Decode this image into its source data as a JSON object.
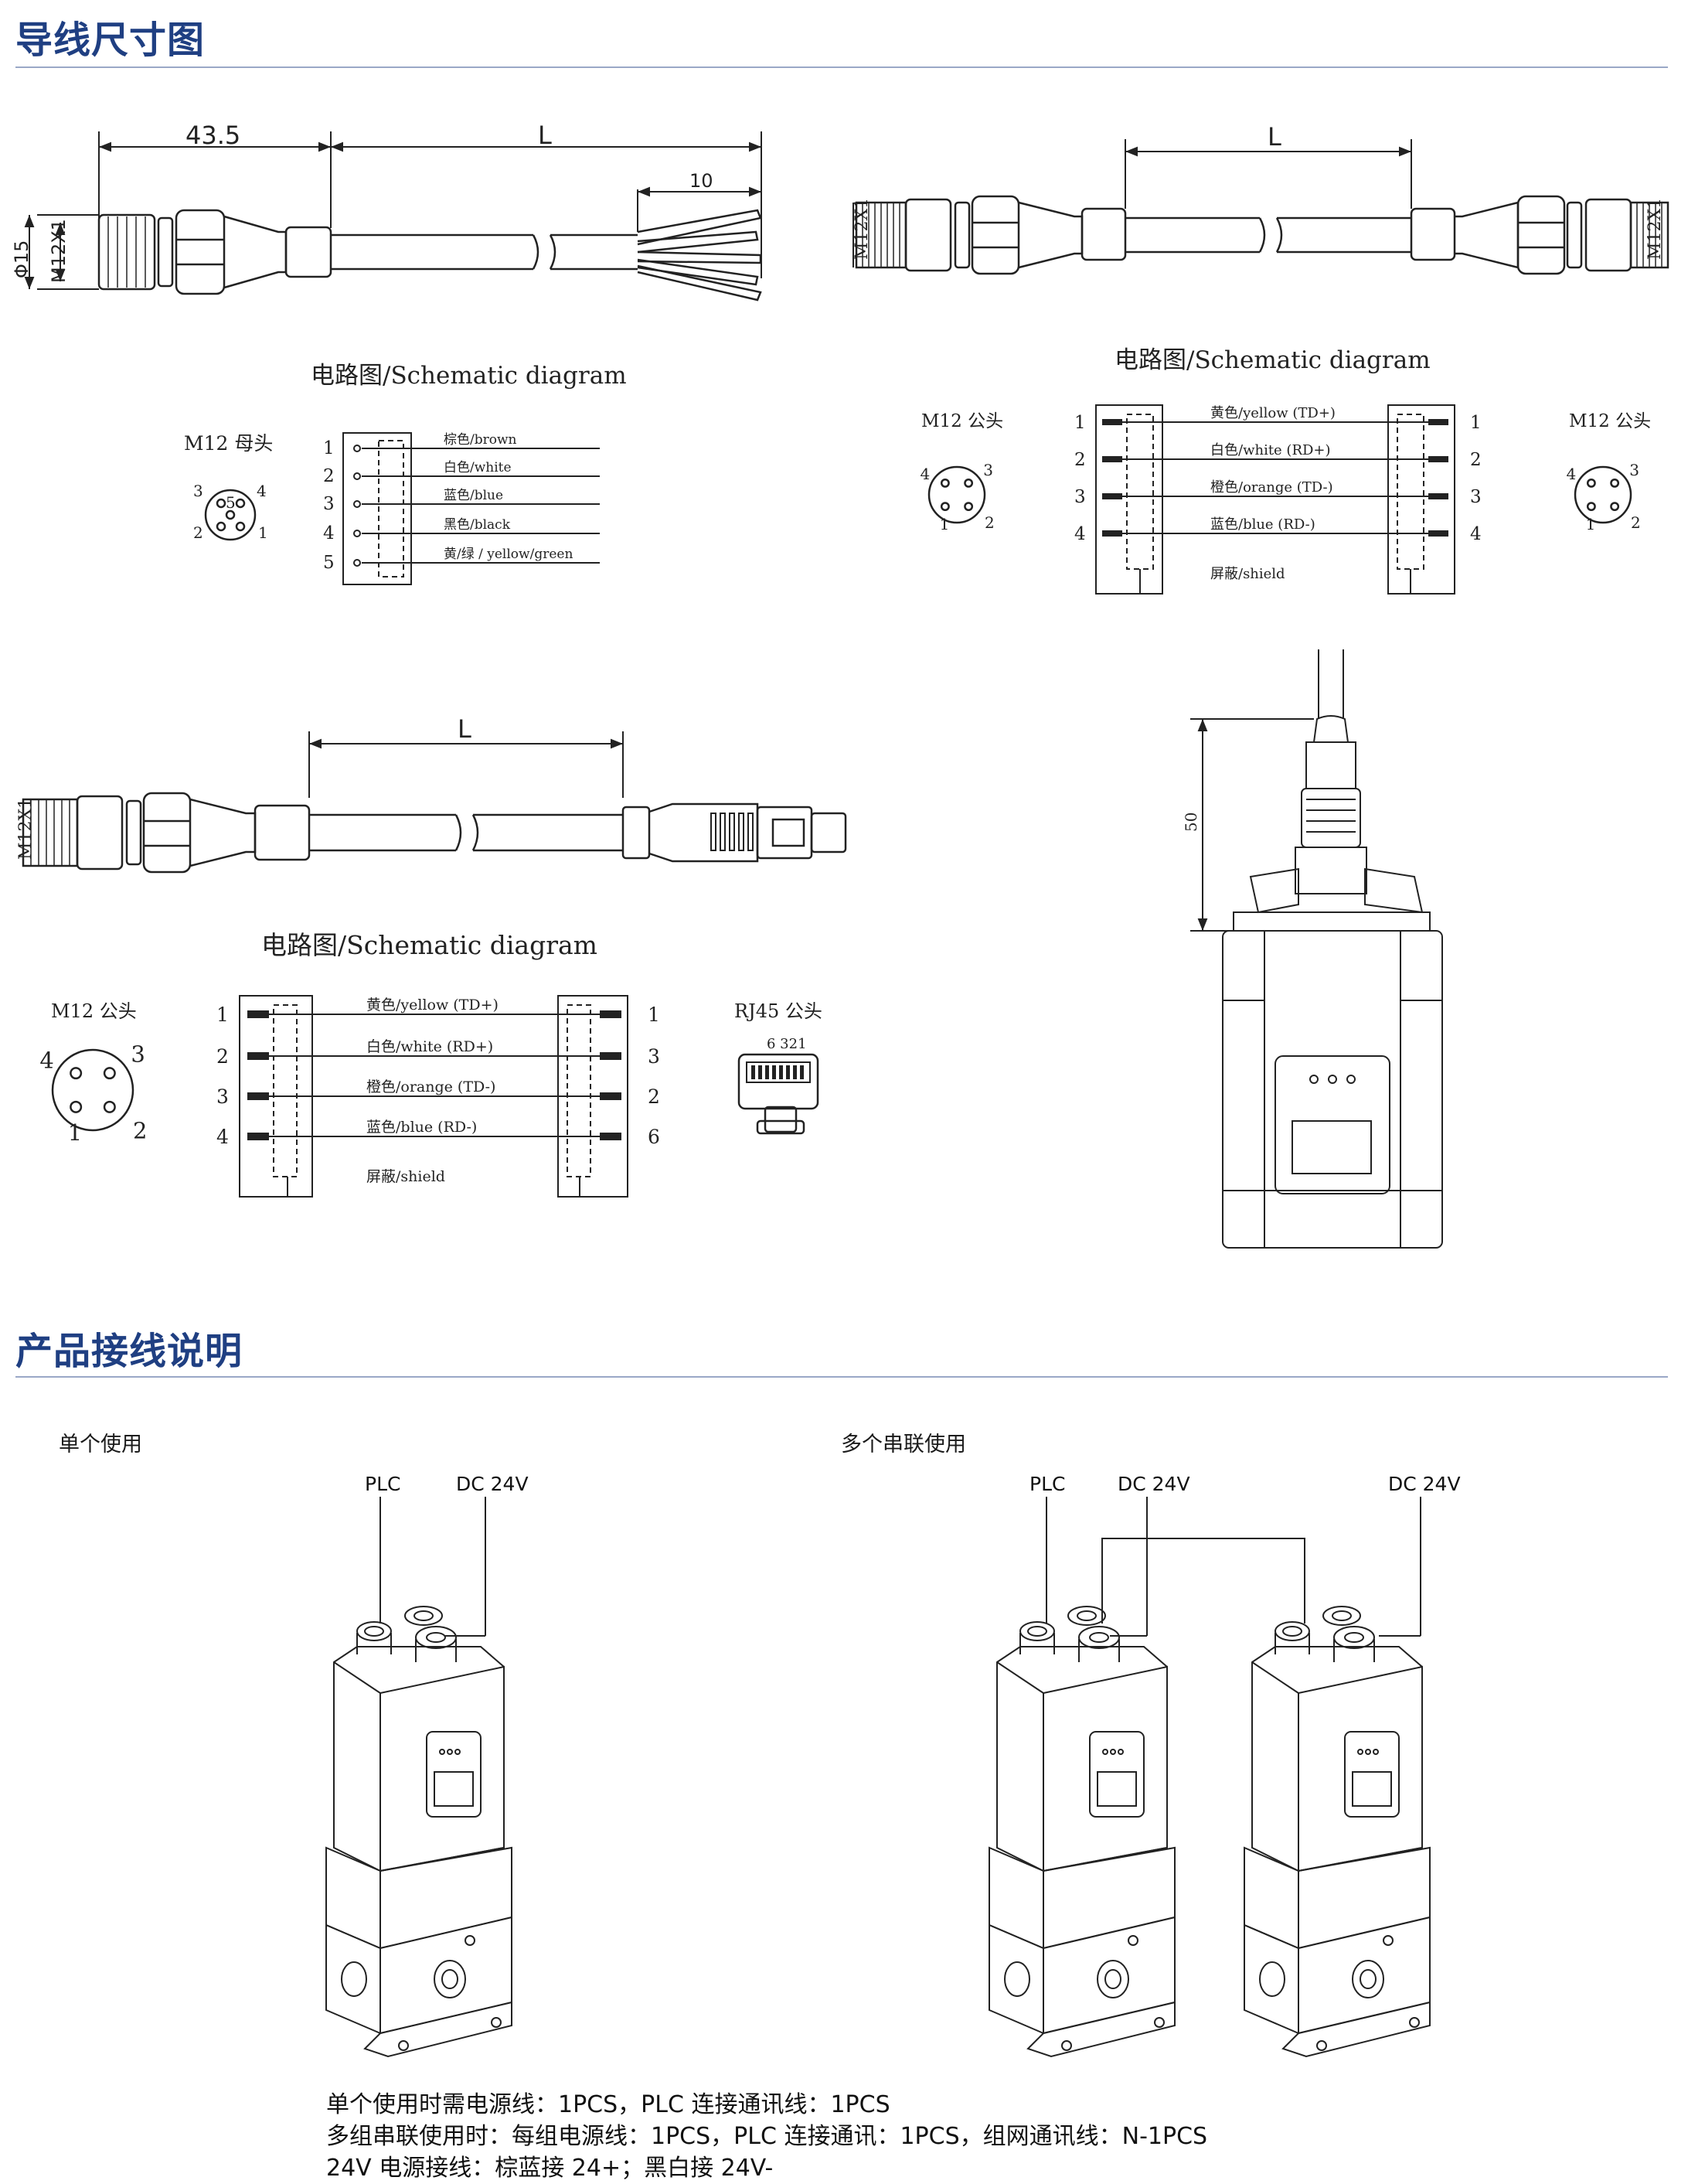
{
  "sections": {
    "dimensions_title": "导线尺寸图",
    "wiring_title": "产品接线说明"
  },
  "cable1": {
    "dim_connector": "43.5",
    "dim_length": "L",
    "dim_tail": "10",
    "dim_diameter": "Φ15",
    "thread": "M12X1",
    "schematic_title": "电路图/Schematic diagram",
    "connector_label": "M12 母头",
    "pins": [
      "1",
      "2",
      "3",
      "4",
      "5"
    ],
    "pin_face_numbers": [
      "1",
      "2",
      "3",
      "4",
      "5"
    ],
    "wires": [
      "棕色/brown",
      "白色/white",
      "蓝色/blue",
      "黑色/black",
      "黄/绿 / yellow/green"
    ]
  },
  "cable2": {
    "dim_length": "L",
    "thread_left": "M12X1",
    "thread_right": "M12X1",
    "schematic_title": "电路图/Schematic diagram",
    "left_label": "M12 公头",
    "right_label": "M12 公头",
    "pins_left": [
      "1",
      "2",
      "3",
      "4"
    ],
    "pins_right": [
      "1",
      "2",
      "3",
      "4"
    ],
    "face_numbers": [
      "1",
      "2",
      "3",
      "4"
    ],
    "wires": [
      "黄色/yellow (TD+)",
      "白色/white  (RD+)",
      "橙色/orange (TD-)",
      "蓝色/blue  (RD-)"
    ],
    "shield": "屏蔽/shield"
  },
  "cable3": {
    "dim_length": "L",
    "thread": "M12X1",
    "schematic_title": "电路图/Schematic diagram",
    "left_label": "M12 公头",
    "right_label": "RJ45 公头",
    "rj45_pin_marks": "6 321",
    "pins_left": [
      "1",
      "2",
      "3",
      "4"
    ],
    "pins_right": [
      "1",
      "3",
      "2",
      "6"
    ],
    "face_numbers": [
      "1",
      "2",
      "3",
      "4"
    ],
    "wires": [
      "黄色/yellow (TD+)",
      "白色/white  (RD+)",
      "橙色/orange (TD-)",
      "蓝色/blue  (RD-)"
    ],
    "shield": "屏蔽/shield"
  },
  "device_dim": {
    "height": "50"
  },
  "wiring": {
    "single_label": "单个使用",
    "multi_label": "多个串联使用",
    "plc": "PLC",
    "dc24v": "DC 24V",
    "notes": [
      "单个使用时需电源线：1PCS，PLC 连接通讯线：1PCS",
      "多组串联使用时：每组电源线：1PCS，PLC 连接通讯：1PCS，组网通讯线：N-1PCS",
      "24V 电源接线：棕蓝接 24+；黑白接 24V-"
    ]
  }
}
